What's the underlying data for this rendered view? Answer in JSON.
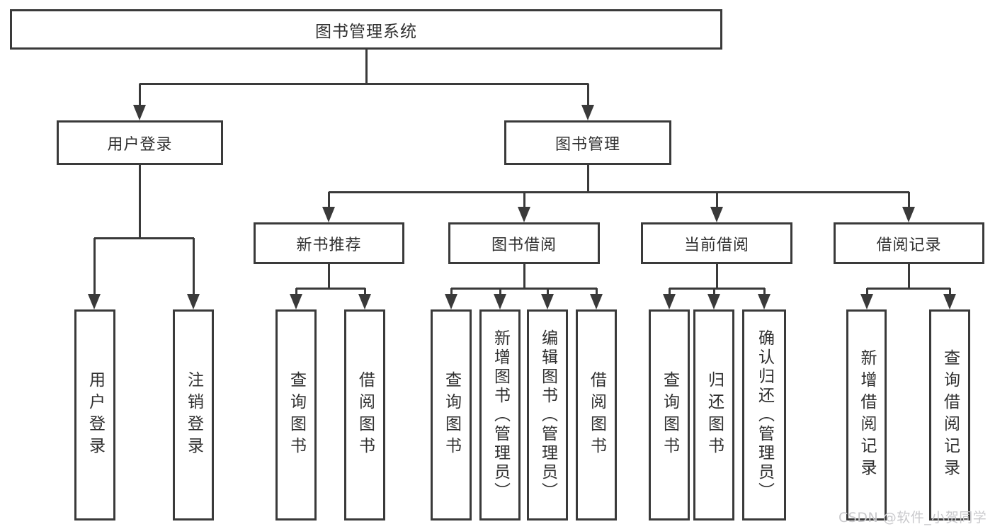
{
  "diagram": {
    "type": "tree",
    "title": "图书管理系统"
  },
  "nodes": {
    "root": {
      "label": "图书管理系统"
    },
    "level2": {
      "user_login": {
        "label": "用户登录"
      },
      "book_management": {
        "label": "图书管理"
      }
    },
    "level3": {
      "new_book_recommend": {
        "label": "新书推荐"
      },
      "book_borrowing": {
        "label": "图书借阅"
      },
      "current_borrowing": {
        "label": "当前借阅"
      },
      "borrowing_records": {
        "label": "借阅记录"
      }
    },
    "leaves": {
      "user_login_children": [
        "用户登录",
        "注销登录"
      ],
      "new_book_children": [
        "查询图书",
        "借阅图书"
      ],
      "book_borrowing_children": [
        "查询图书",
        "新增图书（管理员）",
        "编辑图书（管理员）",
        "借阅图书"
      ],
      "current_borrowing_children": [
        "查询图书",
        "归还图书",
        "确认归还（管理员）"
      ],
      "borrowing_records_children": [
        "新增借阅记录",
        "查询借阅记录"
      ]
    }
  },
  "watermark": {
    "text": "CSDN @软件_小贺同学",
    "color": "#c9c9cc"
  },
  "colors": {
    "line": "#3a3a3a",
    "text": "#303030",
    "background": "#ffffff"
  }
}
